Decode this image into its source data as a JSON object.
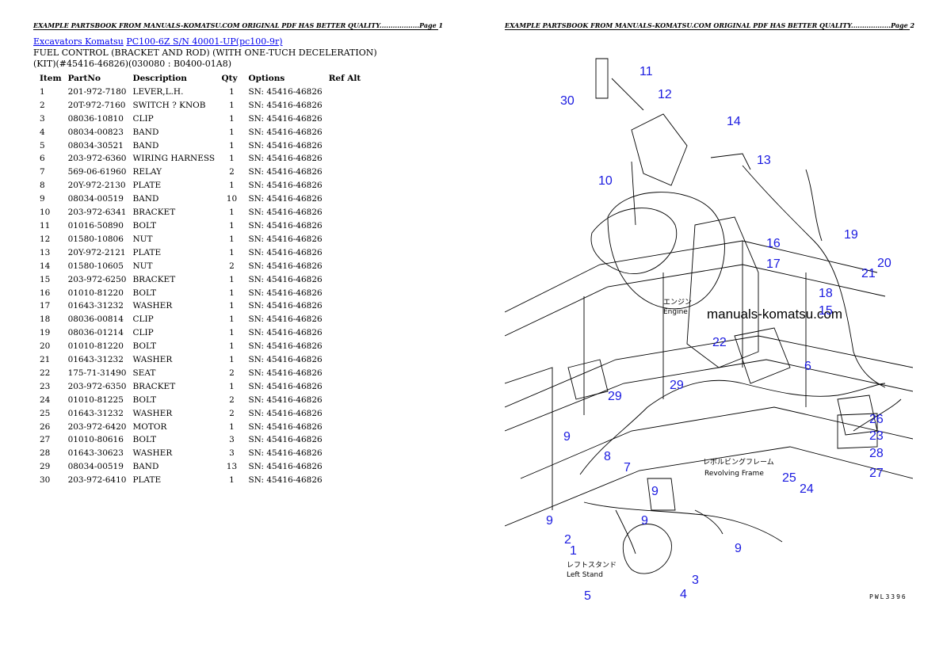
{
  "page1": {
    "header": "EXAMPLE PARTSBOOK FROM MANUALS-KOMATSU.COM ORIGINAL PDF HAS BETTER QUALITY..................Page 1",
    "breadcrumb": {
      "link1": "Excavators Komatsu",
      "link2": "PC100-6Z S/N 40001-UP(pc100-9r)"
    },
    "title": "FUEL CONTROL (BRACKET AND ROD) (WITH ONE-TUCH DECELERATION)",
    "subtitle": "(KIT)(#45416-46826)(030080 : B0400-01A8)",
    "columns": [
      "Item",
      "PartNo",
      "Description",
      "Qty",
      "Options",
      "Ref Alt"
    ],
    "rows": [
      [
        "1",
        "201-972-7180",
        "LEVER,L.H.",
        "1",
        "SN: 45416-46826"
      ],
      [
        "2",
        "20T-972-7160",
        "SWITCH ? KNOB",
        "1",
        "SN: 45416-46826"
      ],
      [
        "3",
        "08036-10810",
        "CLIP",
        "1",
        "SN: 45416-46826"
      ],
      [
        "4",
        "08034-00823",
        "BAND",
        "1",
        "SN: 45416-46826"
      ],
      [
        "5",
        "08034-30521",
        "BAND",
        "1",
        "SN: 45416-46826"
      ],
      [
        "6",
        "203-972-6360",
        "WIRING HARNESS",
        "1",
        "SN: 45416-46826"
      ],
      [
        "7",
        "569-06-61960",
        "RELAY",
        "2",
        "SN: 45416-46826"
      ],
      [
        "8",
        "20Y-972-2130",
        "PLATE",
        "1",
        "SN: 45416-46826"
      ],
      [
        "9",
        "08034-00519",
        "BAND",
        "10",
        "SN: 45416-46826"
      ],
      [
        "10",
        "203-972-6341",
        "BRACKET",
        "1",
        "SN: 45416-46826"
      ],
      [
        "11",
        "01016-50890",
        "BOLT",
        "1",
        "SN: 45416-46826"
      ],
      [
        "12",
        "01580-10806",
        "NUT",
        "1",
        "SN: 45416-46826"
      ],
      [
        "13",
        "20Y-972-2121",
        "PLATE",
        "1",
        "SN: 45416-46826"
      ],
      [
        "14",
        "01580-10605",
        "NUT",
        "2",
        "SN: 45416-46826"
      ],
      [
        "15",
        "203-972-6250",
        "BRACKET",
        "1",
        "SN: 45416-46826"
      ],
      [
        "16",
        "01010-81220",
        "BOLT",
        "1",
        "SN: 45416-46826"
      ],
      [
        "17",
        "01643-31232",
        "WASHER",
        "1",
        "SN: 45416-46826"
      ],
      [
        "18",
        "08036-00814",
        "CLIP",
        "1",
        "SN: 45416-46826"
      ],
      [
        "19",
        "08036-01214",
        "CLIP",
        "1",
        "SN: 45416-46826"
      ],
      [
        "20",
        "01010-81220",
        "BOLT",
        "1",
        "SN: 45416-46826"
      ],
      [
        "21",
        "01643-31232",
        "WASHER",
        "1",
        "SN: 45416-46826"
      ],
      [
        "22",
        "175-71-31490",
        "SEAT",
        "2",
        "SN: 45416-46826"
      ],
      [
        "23",
        "203-972-6350",
        "BRACKET",
        "1",
        "SN: 45416-46826"
      ],
      [
        "24",
        "01010-81225",
        "BOLT",
        "2",
        "SN: 45416-46826"
      ],
      [
        "25",
        "01643-31232",
        "WASHER",
        "2",
        "SN: 45416-46826"
      ],
      [
        "26",
        "203-972-6420",
        "MOTOR",
        "1",
        "SN: 45416-46826"
      ],
      [
        "27",
        "01010-80616",
        "BOLT",
        "3",
        "SN: 45416-46826"
      ],
      [
        "28",
        "01643-30623",
        "WASHER",
        "3",
        "SN: 45416-46826"
      ],
      [
        "29",
        "08034-00519",
        "BAND",
        "13",
        "SN: 45416-46826"
      ],
      [
        "30",
        "203-972-6410",
        "PLATE",
        "1",
        "SN: 45416-46826"
      ]
    ]
  },
  "page2": {
    "header": "EXAMPLE PARTSBOOK FROM MANUALS-KOMATSU.COM ORIGINAL PDF HAS BETTER QUALITY..................Page 2",
    "watermark": "manuals-komatsu.com",
    "engine_jp": "エンジン",
    "engine_en": "Engine",
    "frame_jp": "レボルビングフレーム",
    "frame_en": "Revolving Frame",
    "stand_jp": "レフトスタンド",
    "stand_en": "Left Stand",
    "drawing_code": "PWL3396",
    "callouts": [
      "30",
      "11",
      "12",
      "14",
      "13",
      "10",
      "19",
      "16",
      "17",
      "20",
      "21",
      "18",
      "15",
      "22",
      "6",
      "29",
      "29",
      "26",
      "23",
      "9",
      "8",
      "7",
      "28",
      "25",
      "24",
      "27",
      "9",
      "9",
      "9",
      "2",
      "1",
      "3",
      "5",
      "4",
      "9"
    ]
  },
  "colors": {
    "callout": "#1a1ae0",
    "link": "#0000ee"
  }
}
